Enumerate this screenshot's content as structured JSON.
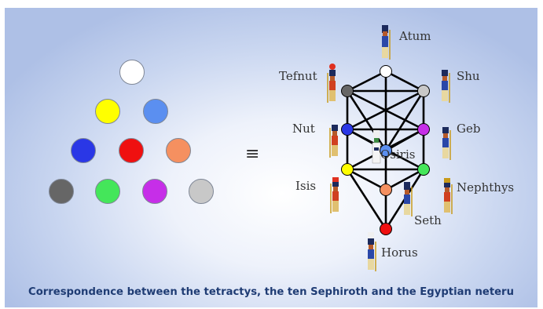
{
  "symbol": "≡",
  "caption": "Correspondence between the tetractys, the ten Sephiroth and the Egyptian neteru",
  "tetractys": [
    {
      "color": "#ffffff"
    },
    {
      "color": "#ffff00"
    },
    {
      "color": "#5b8ff0"
    },
    {
      "color": "#2a37e6"
    },
    {
      "color": "#ef1010"
    },
    {
      "color": "#f59060"
    },
    {
      "color": "#666666"
    },
    {
      "color": "#44e65a"
    },
    {
      "color": "#c62ee8"
    },
    {
      "color": "#c8c8c8"
    }
  ],
  "sephiroth": [
    {
      "color": "#ffffff"
    },
    {
      "color": "#666666"
    },
    {
      "color": "#c8c8c8"
    },
    {
      "color": "#2a37e6"
    },
    {
      "color": "#c62ee8"
    },
    {
      "color": "#5b8ff0"
    },
    {
      "color": "#ffff00"
    },
    {
      "color": "#44e65a"
    },
    {
      "color": "#f59060"
    },
    {
      "color": "#ef1010"
    }
  ],
  "neteru": {
    "atum": "Atum",
    "tefnut": "Tefnut",
    "shu": "Shu",
    "nut": "Nut",
    "geb": "Geb",
    "osiris": "Osiris",
    "isis": "Isis",
    "nephthys": "Nephthys",
    "seth": "Seth",
    "horus": "Horus"
  }
}
